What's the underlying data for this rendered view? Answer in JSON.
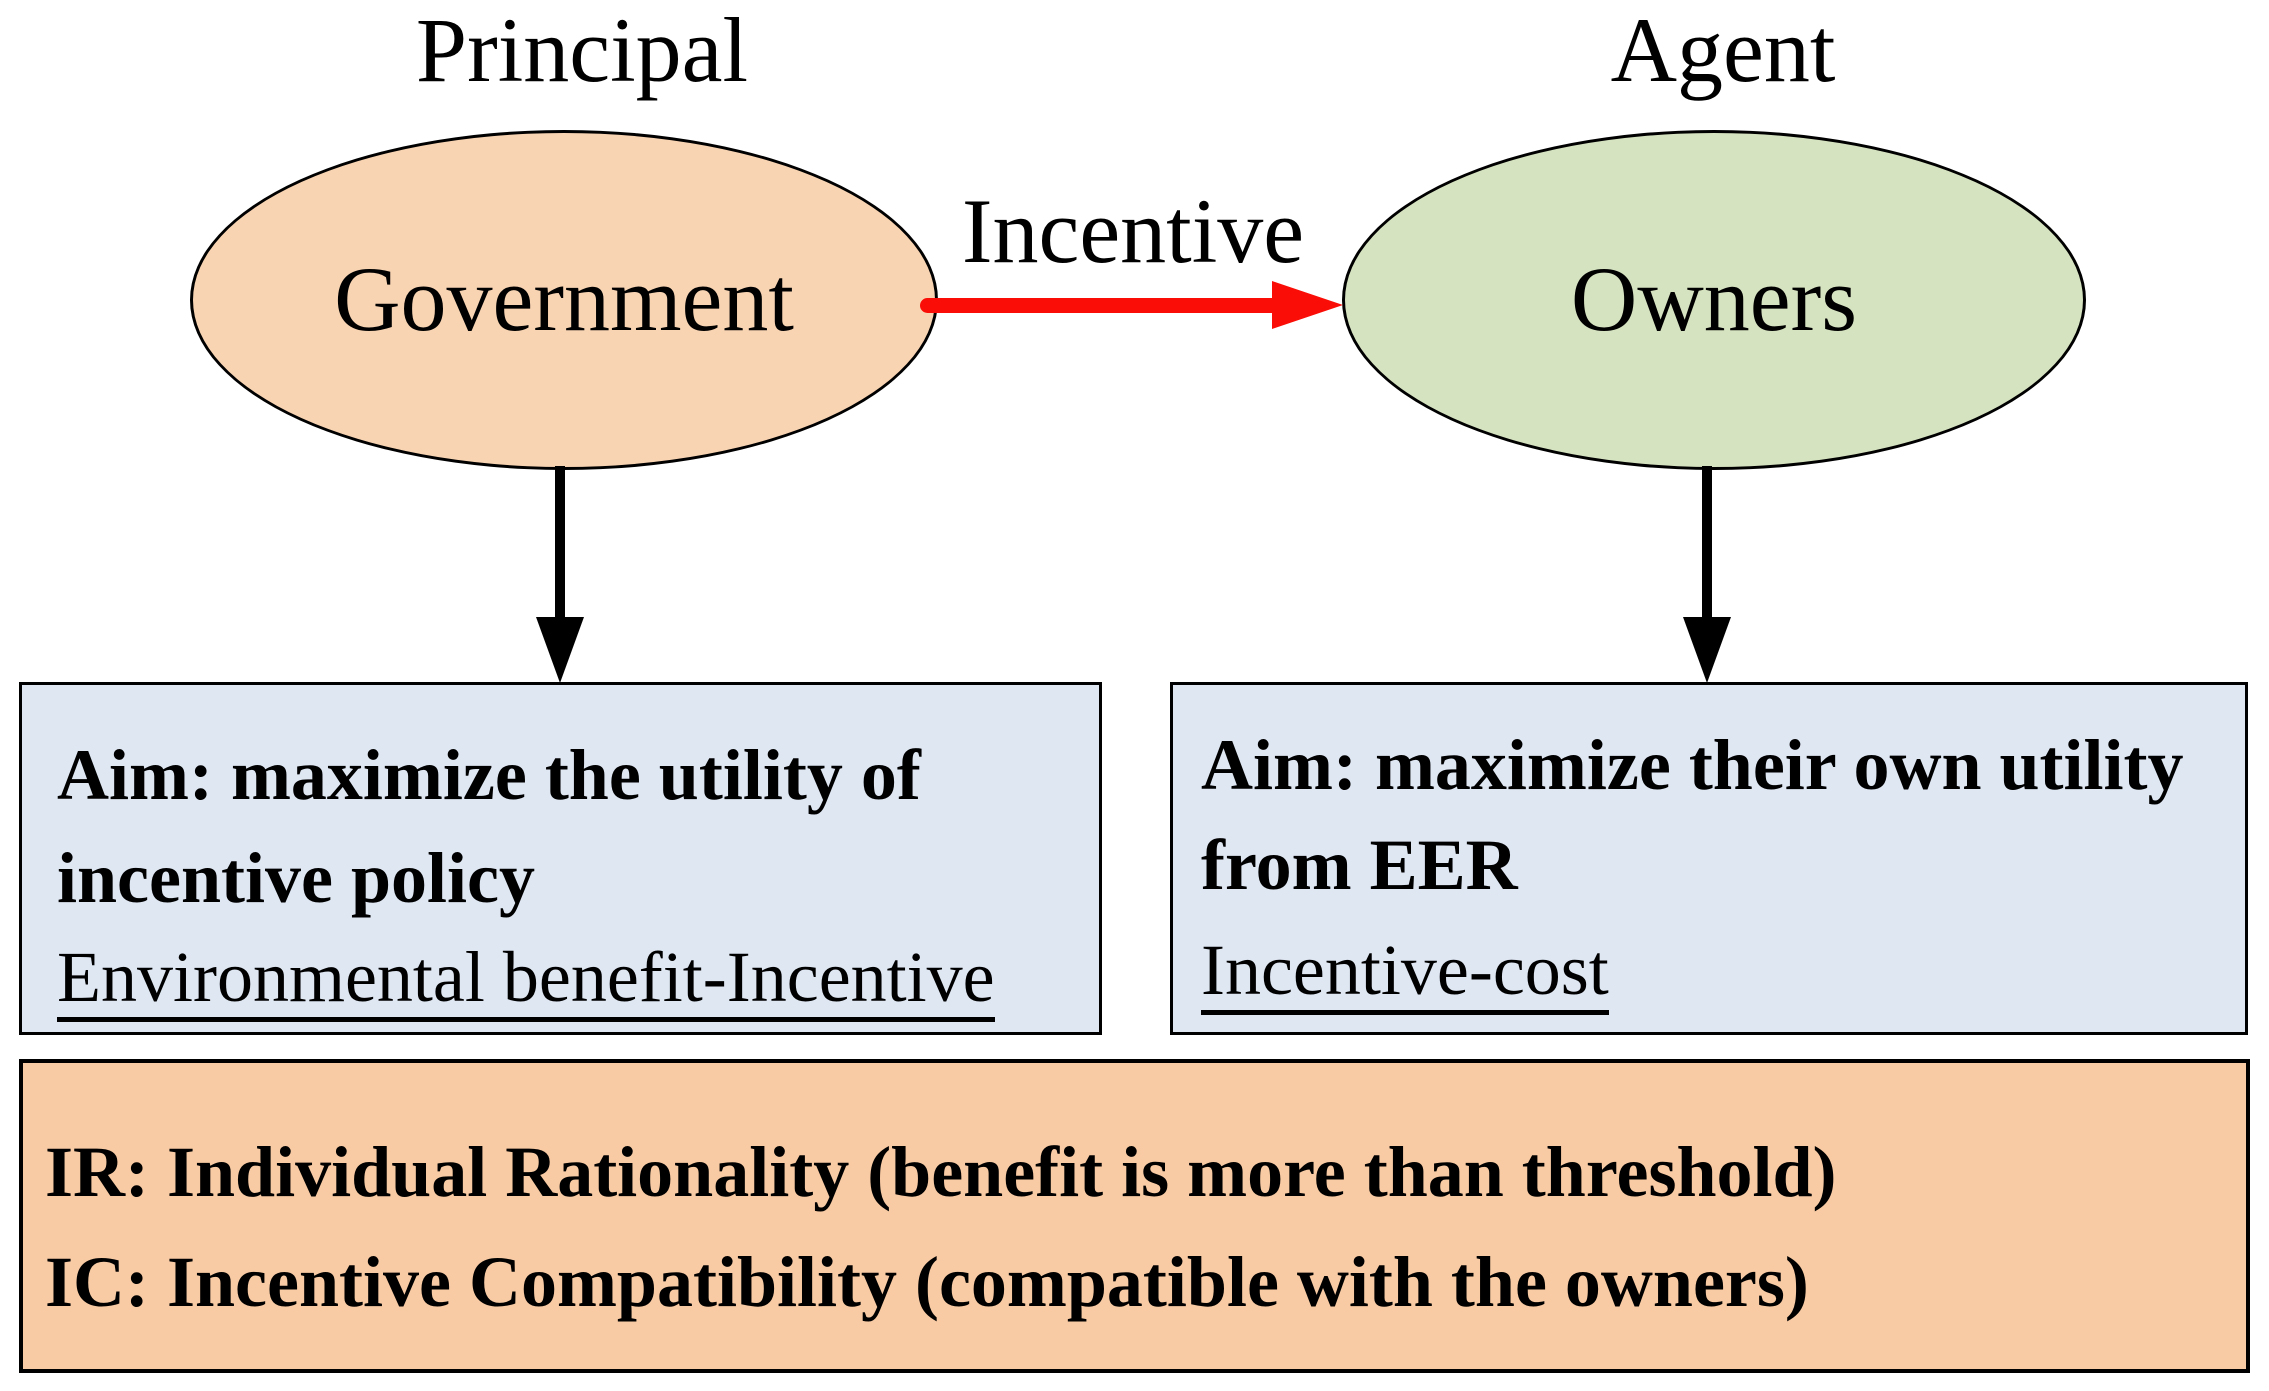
{
  "diagram": {
    "principal_label": "Principal",
    "agent_label": "Agent",
    "government_label": "Government",
    "owners_label": "Owners",
    "incentive_arrow_label": "Incentive",
    "government_aim_box": {
      "aim_line1": "Aim: maximize the utility of",
      "aim_line2": "incentive policy",
      "formula": "Environmental benefit-Incentive"
    },
    "owners_aim_box": {
      "aim_line1": "Aim: maximize their own utility",
      "aim_line2": "from EER",
      "formula": "Incentive-cost"
    },
    "constraint_box": {
      "line1": "IR: Individual Rationality (benefit is more than threshold)",
      "line2": "IC: Incentive Compatibility (compatible with the owners)"
    },
    "colors": {
      "principal_fill": "#F9D4B3",
      "agent_fill": "#D6E3C0",
      "aim_box_fill": "#DFE7F3",
      "constraint_box_fill": "#F9CBA4",
      "incentive_arrow": "#F90D06",
      "stroke": "#000000"
    }
  }
}
